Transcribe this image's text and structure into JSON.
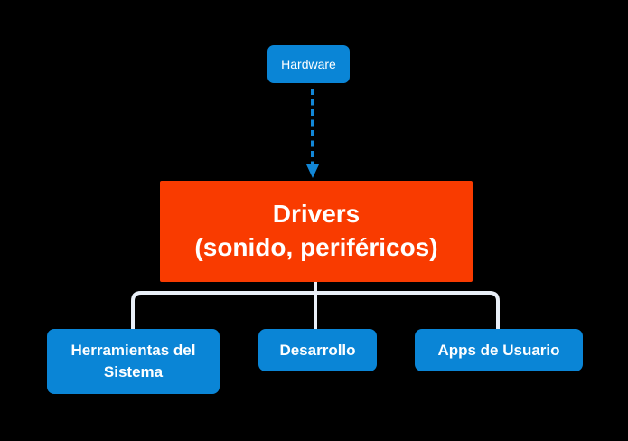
{
  "colors": {
    "bg": "#000000",
    "blue": "#0a85d6",
    "orange": "#f93b00",
    "text": "#ffffff",
    "line": "#e9eff8",
    "arrow": "#1287d7"
  },
  "diagram": {
    "hardware": {
      "label": "Hardware"
    },
    "drivers": {
      "label": "Drivers\n(sonido, periféricos)"
    },
    "children": [
      {
        "label": "Herramientas del\nSistema"
      },
      {
        "label": "Desarrollo"
      },
      {
        "label": "Apps de Usuario"
      }
    ]
  }
}
